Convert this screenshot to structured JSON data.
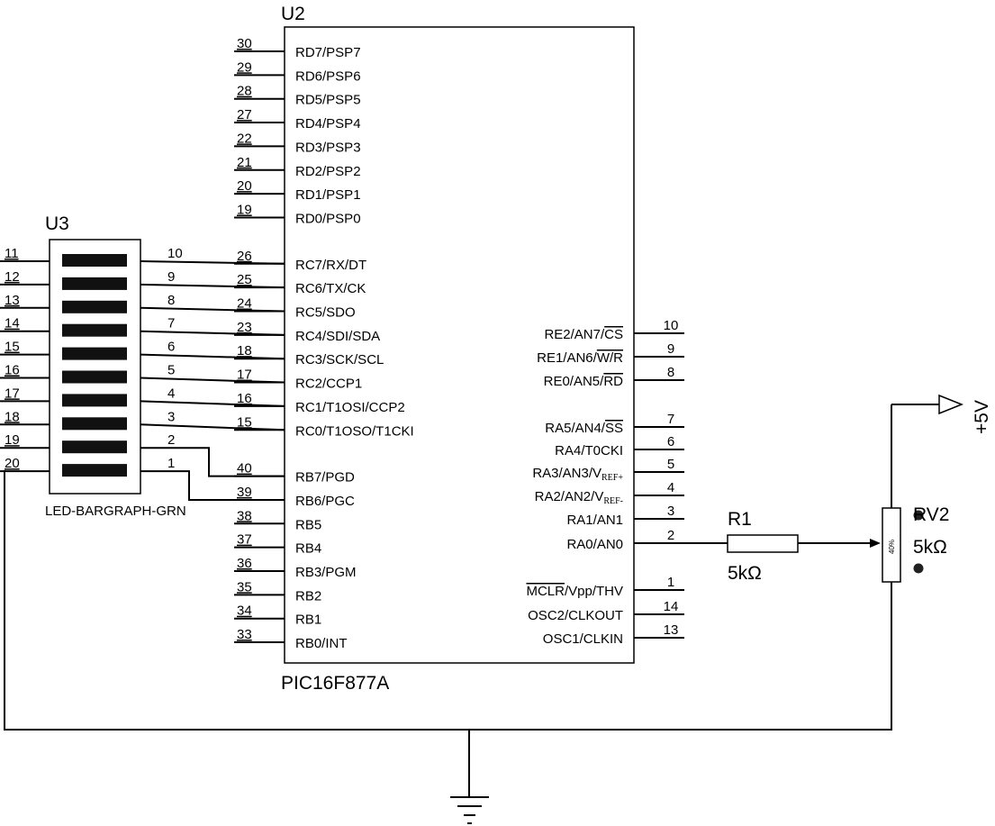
{
  "u2": {
    "ref": "U2",
    "part": "PIC16F877A",
    "left_pins": [
      {
        "num": "30",
        "name": "RD7/PSP7"
      },
      {
        "num": "29",
        "name": "RD6/PSP6"
      },
      {
        "num": "28",
        "name": "RD5/PSP5"
      },
      {
        "num": "27",
        "name": "RD4/PSP4"
      },
      {
        "num": "22",
        "name": "RD3/PSP3"
      },
      {
        "num": "21",
        "name": "RD2/PSP2"
      },
      {
        "num": "20",
        "name": "RD1/PSP1"
      },
      {
        "num": "19",
        "name": "RD0/PSP0"
      },
      {
        "num": "26",
        "name": "RC7/RX/DT"
      },
      {
        "num": "25",
        "name": "RC6/TX/CK"
      },
      {
        "num": "24",
        "name": "RC5/SDO"
      },
      {
        "num": "23",
        "name": "RC4/SDI/SDA"
      },
      {
        "num": "18",
        "name": "RC3/SCK/SCL"
      },
      {
        "num": "17",
        "name": "RC2/CCP1"
      },
      {
        "num": "16",
        "name": "RC1/T1OSI/CCP2"
      },
      {
        "num": "15",
        "name": "RC0/T1OSO/T1CKI"
      },
      {
        "num": "40",
        "name": "RB7/PGD"
      },
      {
        "num": "39",
        "name": "RB6/PGC"
      },
      {
        "num": "38",
        "name": "RB5"
      },
      {
        "num": "37",
        "name": "RB4"
      },
      {
        "num": "36",
        "name": "RB3/PGM"
      },
      {
        "num": "35",
        "name": "RB2"
      },
      {
        "num": "34",
        "name": "RB1"
      },
      {
        "num": "33",
        "name": "RB0/INT"
      }
    ],
    "right_pins": [
      {
        "num": "10",
        "name": "RE2/AN7/",
        "over": "CS"
      },
      {
        "num": "9",
        "name": "RE1/AN6/",
        "over": "W/R"
      },
      {
        "num": "8",
        "name": "RE0/AN5/",
        "over": "RD"
      },
      {
        "num": "7",
        "name": "RA5/AN4/",
        "over": "SS"
      },
      {
        "num": "6",
        "name": "RA4/T0CKI"
      },
      {
        "num": "5",
        "name": "RA3/AN3/V",
        "sub": "REF+"
      },
      {
        "num": "4",
        "name": "RA2/AN2/V",
        "sub": "REF-"
      },
      {
        "num": "3",
        "name": "RA1/AN1"
      },
      {
        "num": "2",
        "name": "RA0/AN0"
      },
      {
        "num": "1",
        "over_pre": "MCLR",
        "name": "/Vpp/THV"
      },
      {
        "num": "14",
        "name": "OSC2/CLKOUT"
      },
      {
        "num": "13",
        "name": "OSC1/CLKIN"
      }
    ]
  },
  "u3": {
    "ref": "U3",
    "part": "LED-BARGRAPH-GRN",
    "left_pins": [
      "11",
      "12",
      "13",
      "14",
      "15",
      "16",
      "17",
      "18",
      "19",
      "20"
    ],
    "right_pins": [
      "10",
      "9",
      "8",
      "7",
      "6",
      "5",
      "4",
      "3",
      "2",
      "1"
    ]
  },
  "r1": {
    "ref": "R1",
    "value": "5kΩ"
  },
  "rv2": {
    "ref": "RV2",
    "value": "5kΩ",
    "body_text": "40%"
  },
  "power": {
    "label": "+5V"
  }
}
